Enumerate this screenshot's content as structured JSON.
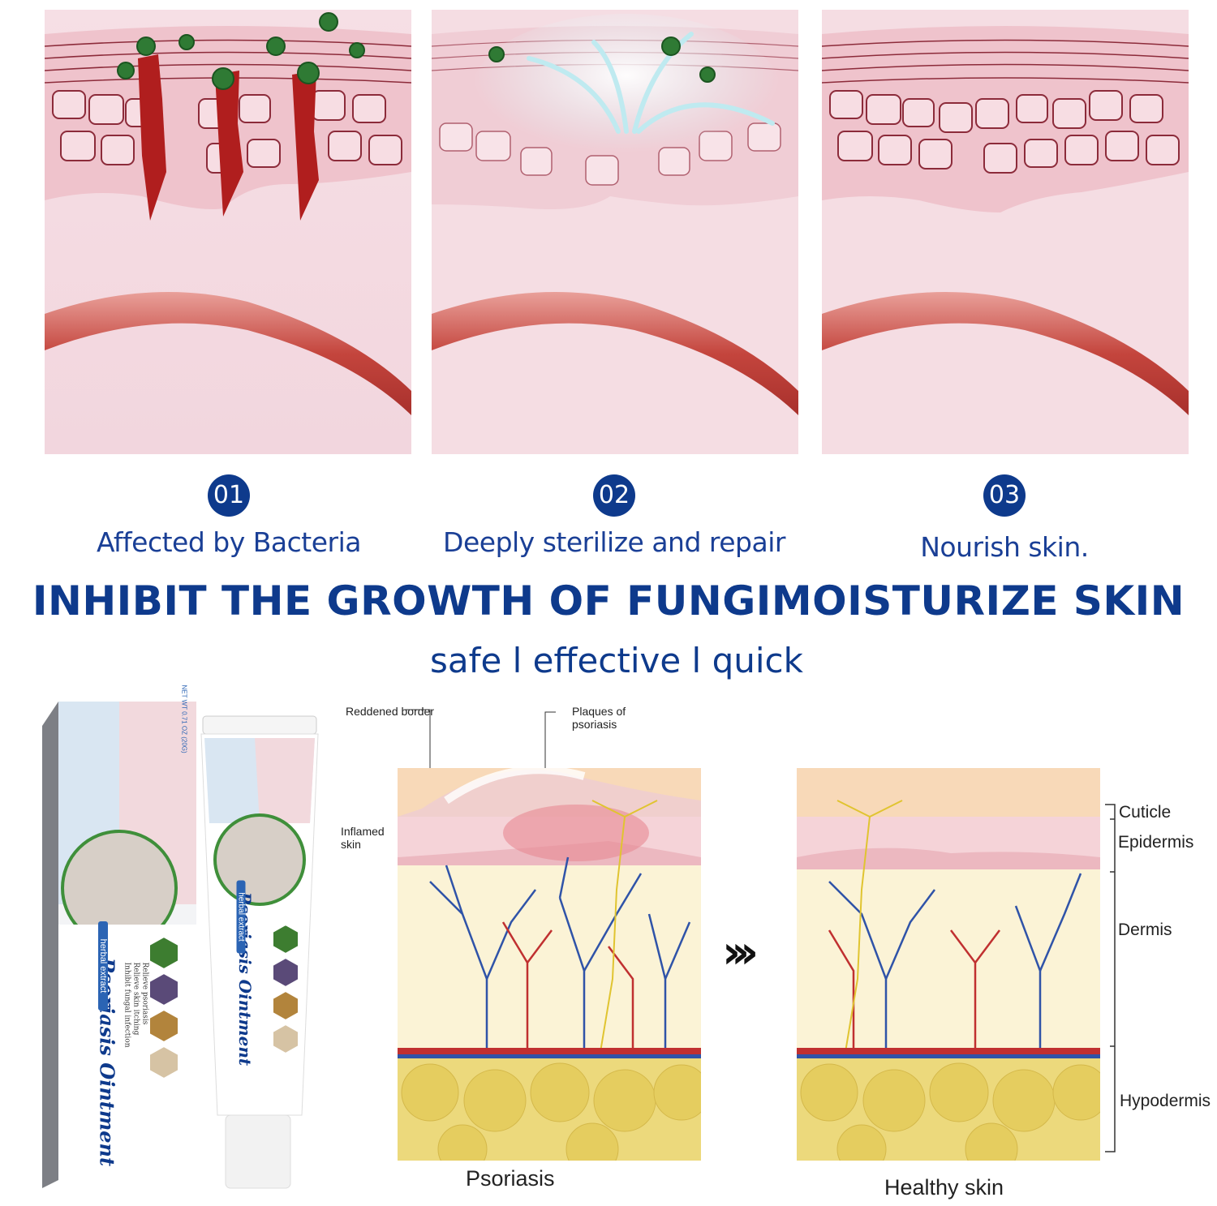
{
  "steps": [
    {
      "number": "01",
      "caption": "Affected by Bacteria"
    },
    {
      "number": "02",
      "caption": "Deeply sterilize and repair"
    },
    {
      "number": "03",
      "caption": "Nourish skin."
    }
  ],
  "headline": "INHIBIT THE GROWTH OF FUNGIMOISTURIZE SKIN",
  "subline": "safe l effective l quick",
  "product": {
    "name": "Psoriasis Ointment",
    "badge": "herbal extract",
    "net_weight": "NET WT 0.71 OZ (20G)",
    "benefits": [
      "Relieve psoriasis",
      "Relieve skin itching",
      "Inhibit fungal infection"
    ]
  },
  "diagram": {
    "callouts": {
      "reddened_border": "Reddened border",
      "plaques": "Plaques of psoriasis",
      "inflamed_skin": "Inflamed skin"
    },
    "layers": [
      "Cuticle",
      "Epidermis",
      "Dermis",
      "Hypodermis"
    ],
    "left_caption": "Psoriasis",
    "right_caption": "Healthy skin",
    "arrow": "›››"
  },
  "colors": {
    "brand_blue": "#0e3a8c",
    "skin_pink": "#f3d9df",
    "vessel_red": "#b8322f"
  }
}
